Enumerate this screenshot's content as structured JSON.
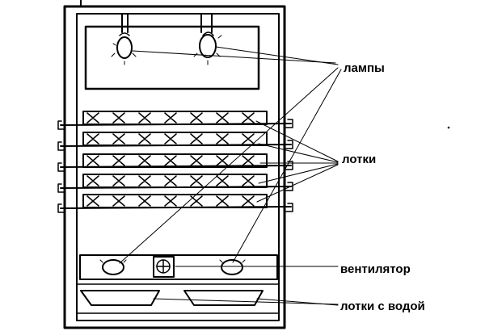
{
  "labels": {
    "lamps": "лампы",
    "trays": "лотки",
    "fan": "вентилятор",
    "water_trays": "лотки с водой"
  },
  "colors": {
    "ink": "#000000",
    "background": "#ffffff"
  }
}
